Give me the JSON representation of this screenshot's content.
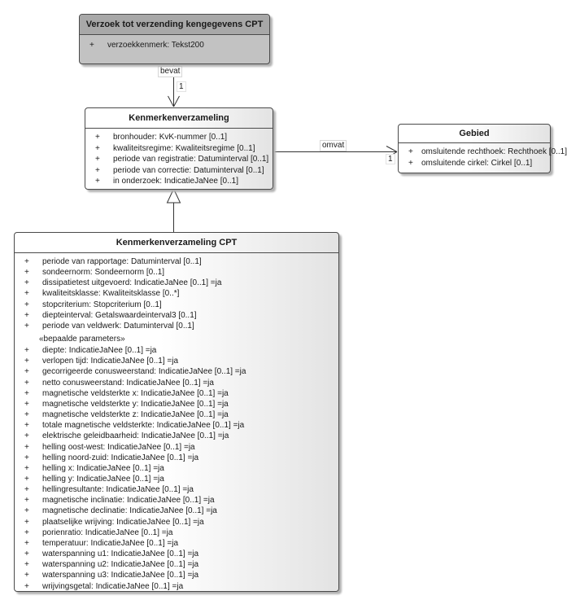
{
  "diagram": {
    "background": "#ffffff",
    "colors": {
      "box_border": "#4a4a4a",
      "gray_class_header": "#a8a8a8",
      "gray_class_body": "#c2c2c2",
      "light_class_gradient_start": "#ffffff",
      "light_class_gradient_end": "#e3e3e3",
      "connector_stroke": "#333333",
      "shadow": "#b2b2b2"
    }
  },
  "classes": {
    "verzoek": {
      "title": "Verzoek tot verzending kengegevens CPT",
      "attributes": [
        {
          "visibility": "+",
          "text": "verzoekkenmerk: Tekst200"
        }
      ]
    },
    "kenmerkenverzameling": {
      "title": "Kenmerkenverzameling",
      "attributes": [
        {
          "visibility": "+",
          "text": "bronhouder: KvK-nummer [0..1]"
        },
        {
          "visibility": "+",
          "text": "kwaliteitsregime: Kwaliteitsregime [0..1]"
        },
        {
          "visibility": "+",
          "text": "periode van registratie: Datuminterval [0..1]"
        },
        {
          "visibility": "+",
          "text": "periode van correctie: Datuminterval [0..1]"
        },
        {
          "visibility": "+",
          "text": "in onderzoek: IndicatieJaNee [0..1]"
        }
      ]
    },
    "gebied": {
      "title": "Gebied",
      "attributes": [
        {
          "visibility": "+",
          "text": "omsluitende rechthoek: Rechthoek [0..1]"
        },
        {
          "visibility": "+",
          "text": "omsluitende cirkel: Cirkel [0..1]"
        }
      ]
    },
    "cpt": {
      "title": "Kenmerkenverzameling CPT",
      "attributes": [
        {
          "visibility": "+",
          "text": "periode van rapportage: Datuminterval [0..1]"
        },
        {
          "visibility": "+",
          "text": "sondeernorm: Sondeernorm [0..1]"
        },
        {
          "visibility": "+",
          "text": "dissipatietest uitgevoerd: IndicatieJaNee [0..1] =ja"
        },
        {
          "visibility": "+",
          "text": "kwaliteitsklasse: Kwaliteitsklasse [0..*]"
        },
        {
          "visibility": "+",
          "text": "stopcriterium: Stopcriterium [0..1]"
        },
        {
          "visibility": "+",
          "text": "diepteinterval: Getalswaardeinterval3 [0..1]"
        },
        {
          "visibility": "+",
          "text": "periode van veldwerk: Datuminterval [0..1]"
        }
      ],
      "stereotype": "«bepaalde parameters»",
      "parameter_attributes": [
        {
          "visibility": "+",
          "text": "diepte: IndicatieJaNee [0..1] =ja"
        },
        {
          "visibility": "+",
          "text": "verlopen tijd: IndicatieJaNee [0..1] =ja"
        },
        {
          "visibility": "+",
          "text": "gecorrigeerde conusweerstand: IndicatieJaNee [0..1] =ja"
        },
        {
          "visibility": "+",
          "text": "netto conusweerstand: IndicatieJaNee [0..1] =ja"
        },
        {
          "visibility": "+",
          "text": "magnetische veldsterkte x: IndicatieJaNee [0..1] =ja"
        },
        {
          "visibility": "+",
          "text": "magnetische veldsterkte y: IndicatieJaNee [0..1] =ja"
        },
        {
          "visibility": "+",
          "text": "magnetische veldsterkte z: IndicatieJaNee [0..1] =ja"
        },
        {
          "visibility": "+",
          "text": "totale magnetische veldsterkte: IndicatieJaNee [0..1] =ja"
        },
        {
          "visibility": "+",
          "text": "elektrische geleidbaarheid: IndicatieJaNee [0..1] =ja"
        },
        {
          "visibility": "+",
          "text": "helling oost-west: IndicatieJaNee [0..1] =ja"
        },
        {
          "visibility": "+",
          "text": "helling noord-zuid: IndicatieJaNee [0..1] =ja"
        },
        {
          "visibility": "+",
          "text": "helling x: IndicatieJaNee [0..1] =ja"
        },
        {
          "visibility": "+",
          "text": "helling y: IndicatieJaNee [0..1] =ja"
        },
        {
          "visibility": "+",
          "text": "hellingresultante: IndicatieJaNee [0..1] =ja"
        },
        {
          "visibility": "+",
          "text": "magnetische inclinatie: IndicatieJaNee [0..1] =ja"
        },
        {
          "visibility": "+",
          "text": "magnetische declinatie: IndicatieJaNee [0..1] =ja"
        },
        {
          "visibility": "+",
          "text": "plaatselijke wrijving: IndicatieJaNee [0..1] =ja"
        },
        {
          "visibility": "+",
          "text": "porienratio: IndicatieJaNee [0..1] =ja"
        },
        {
          "visibility": "+",
          "text": "temperatuur: IndicatieJaNee [0..1] =ja"
        },
        {
          "visibility": "+",
          "text": "waterspanning u1: IndicatieJaNee [0..1] =ja"
        },
        {
          "visibility": "+",
          "text": "waterspanning u2: IndicatieJaNee [0..1] =ja"
        },
        {
          "visibility": "+",
          "text": "waterspanning u3: IndicatieJaNee [0..1] =ja"
        },
        {
          "visibility": "+",
          "text": "wrijvingsgetal: IndicatieJaNee [0..1] =ja"
        }
      ]
    }
  },
  "connectors": {
    "bevat": {
      "label": "bevat",
      "target_multiplicity": "1"
    },
    "omvat": {
      "label": "omvat",
      "target_multiplicity": "1"
    }
  }
}
